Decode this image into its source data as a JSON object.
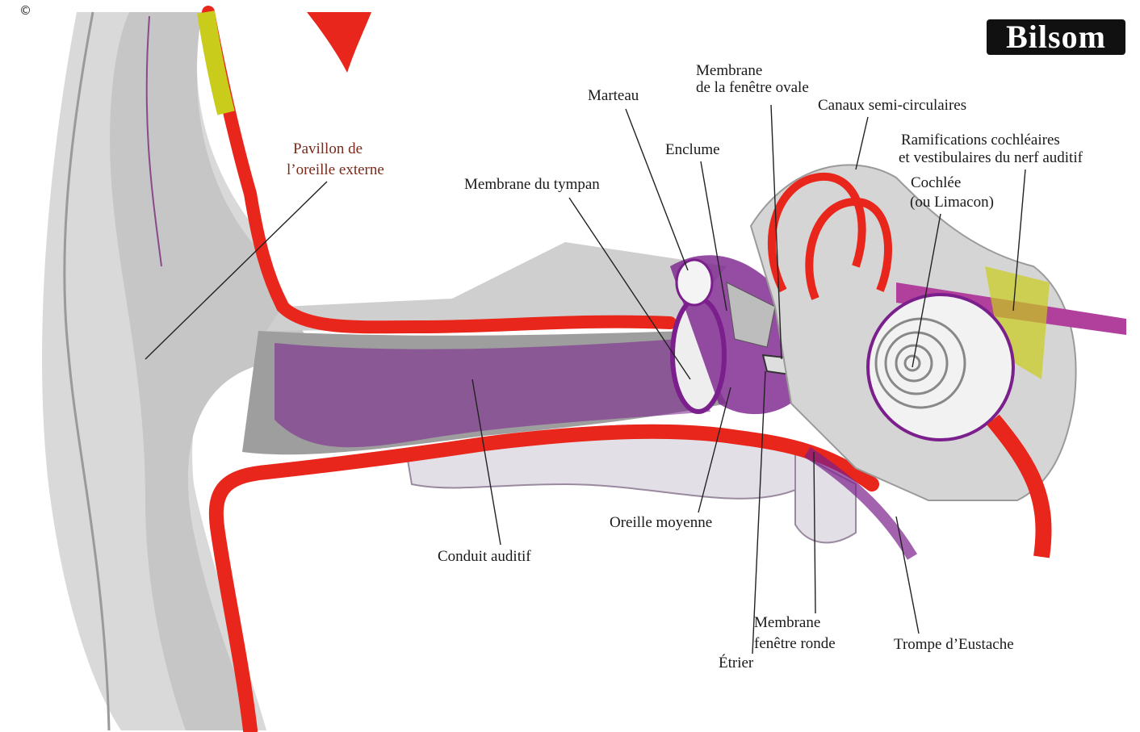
{
  "copyright_mark": "©",
  "brand": {
    "logo_text": "Bilsom"
  },
  "colors": {
    "canal_red": "#e8261c",
    "purple": "#7a1f8c",
    "yellow": "#c9cc1a",
    "gray": "#b8b8b8",
    "light_gray": "#d9d9d9"
  },
  "labels": {
    "pavillon_1": "Pavillon de",
    "pavillon_2": "l’oreille externe",
    "tympan": "Membrane du tympan",
    "marteau": "Marteau",
    "enclume": "Enclume",
    "ovale_1": "Membrane",
    "ovale_2": "de la fenêtre ovale",
    "canaux": "Canaux semi-circulaires",
    "ramif_1": "Ramifications cochléaires",
    "ramif_2": "et vestibulaires du nerf auditif",
    "cochlee_1": "Cochlée",
    "cochlee_2": "(ou Limacon)",
    "conduit": "Conduit auditif",
    "moyenne": "Oreille moyenne",
    "ronde_1": "Membrane",
    "ronde_2": "fenêtre ronde",
    "etrier": "Étrier",
    "eustache": "Trompe d’Eustache"
  }
}
